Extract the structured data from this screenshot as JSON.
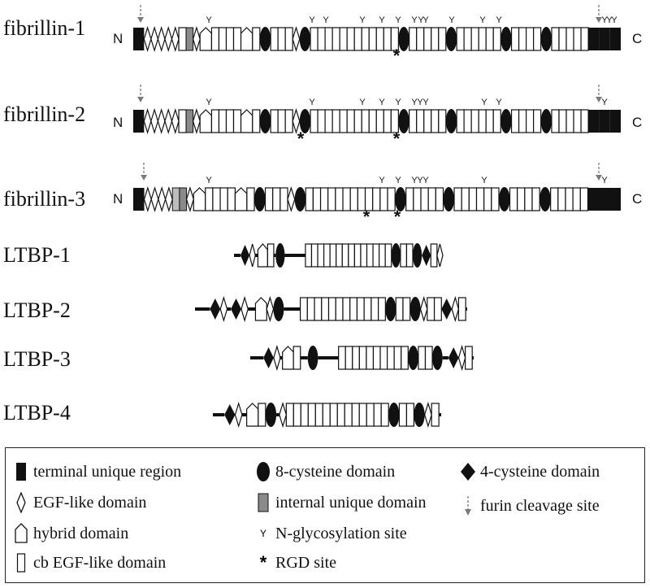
{
  "proteins": [
    {
      "name": "fibrillin-1",
      "n_label": "N",
      "c_label": "C"
    },
    {
      "name": "fibrillin-2",
      "n_label": "N",
      "c_label": "C"
    },
    {
      "name": "fibrillin-3",
      "n_label": "N",
      "c_label": "C"
    },
    {
      "name": "LTBP-1"
    },
    {
      "name": "LTBP-2"
    },
    {
      "name": "LTBP-3"
    },
    {
      "name": "LTBP-4"
    }
  ],
  "legend": {
    "terminal_unique": "terminal unique region",
    "eight_cys": "8-cysteine domain",
    "four_cys": "4-cysteine domain",
    "egf": "EGF-like domain",
    "internal_unique": "internal unique domain",
    "furin": "furin cleavage site",
    "hybrid": "hybrid domain",
    "glyco": "N-glycosylation site",
    "cb_egf": "cb EGF-like domain",
    "rgd": "RGD site"
  },
  "symbols": {
    "glyco": "Y",
    "rgd": "*"
  },
  "colors": {
    "dark": "#111111",
    "internal_unique": "#8a8a8a",
    "light_unique": "#bdbdbd",
    "arrow": "#7a7a7a"
  }
}
